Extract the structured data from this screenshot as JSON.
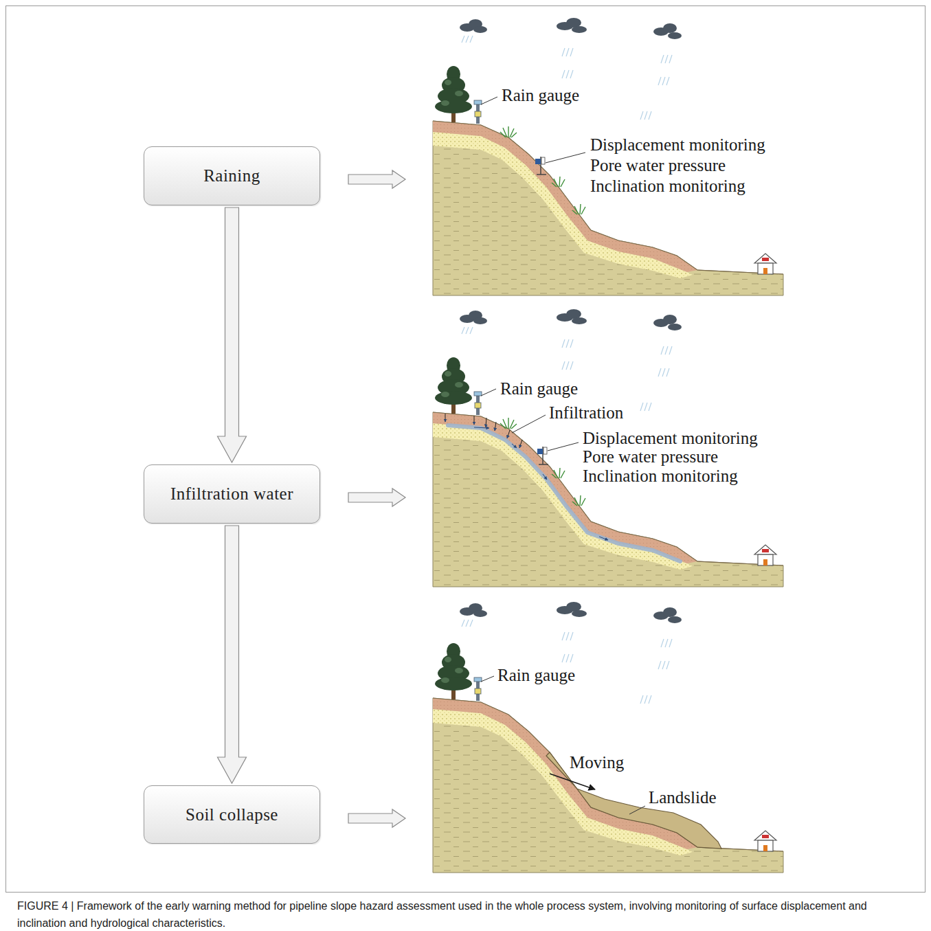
{
  "diagram": {
    "caption": "FIGURE 4 | Framework of the early warning method for pipeline slope hazard assessment used in the whole process system, involving monitoring of surface displacement and inclination and hydrological characteristics.",
    "nodes": [
      {
        "text": [
          "Raining"
        ]
      },
      {
        "text": [
          "Infiltration water"
        ]
      },
      {
        "text": [
          "Soil collapse"
        ]
      }
    ],
    "edges": [
      {
        "from": 0,
        "to": 1,
        "arrow": "to"
      },
      {
        "from": 1,
        "to": 2,
        "arrow": "to"
      }
    ],
    "labels": [
      "Rain gauge",
      "Displacement monitoring",
      "Pore water pressure",
      "Inclination monitoring",
      "Rain gauge",
      "Infiltration",
      "Displacement monitoring",
      "Pore water pressure",
      "Inclination monitoring",
      "Rain gauge",
      "Moving",
      "Landslide"
    ]
  }
}
